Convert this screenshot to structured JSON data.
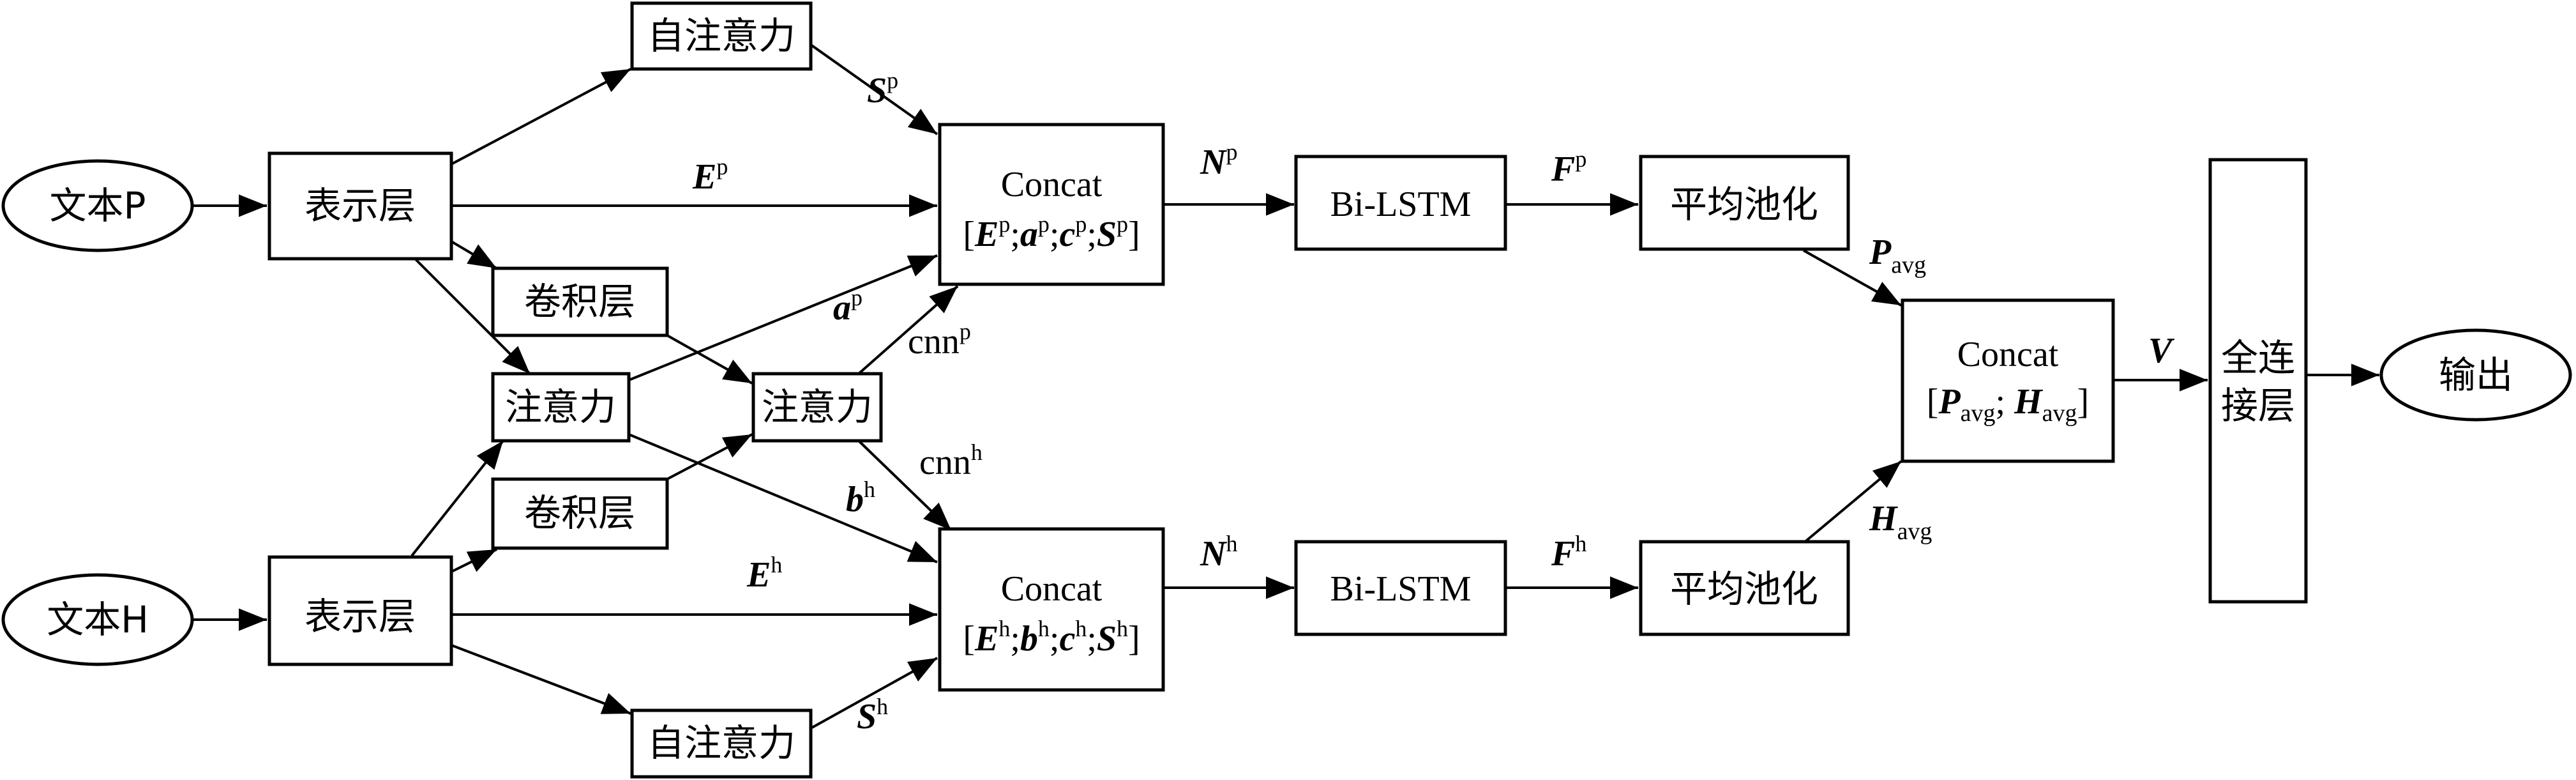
{
  "nodes": {
    "text_p": "文本P",
    "text_h": "文本H",
    "repr_p": "表示层",
    "repr_h": "表示层",
    "selfatt_p": "自注意力",
    "selfatt_h": "自注意力",
    "conv_p": "卷积层",
    "conv_h": "卷积层",
    "att_1": "注意力",
    "att_2": "注意力",
    "concat_p": "Concat",
    "concat_h": "Concat",
    "bilstm_p": "Bi-LSTM",
    "bilstm_h": "Bi-LSTM",
    "pool_p": "平均池化",
    "pool_h": "平均池化",
    "concat_v": "Concat",
    "fc_line1": "全连",
    "fc_line2": "接层",
    "output": "输出"
  },
  "concat_p_content": {
    "open": "[",
    "e": "E",
    "e_sup": "p",
    "sep1": ";",
    "a": "a",
    "a_sup": "p",
    "sep2": ";",
    "c": "c",
    "c_sup": "p",
    "sep3": ";",
    "s": "S",
    "s_sup": "p",
    "close": "]"
  },
  "concat_h_content": {
    "open": "[",
    "e": "E",
    "e_sup": "h",
    "sep1": ";",
    "b": "b",
    "b_sup": "h",
    "sep2": ";",
    "c": "c",
    "c_sup": "h",
    "sep3": ";",
    "s": "S",
    "s_sup": "h",
    "close": "]"
  },
  "concat_v_content": {
    "open": "[",
    "p": "P",
    "p_sub": "avg",
    "sep": "; ",
    "h": "H",
    "h_sub": "avg",
    "close": "]"
  },
  "edge_labels": {
    "s_p": "S",
    "s_p_sup": "p",
    "e_p": "E",
    "e_p_sup": "p",
    "a_p": "a",
    "a_p_sup": "p",
    "cnn_p": "cnn",
    "cnn_p_sup": "p",
    "cnn_h": "cnn",
    "cnn_h_sup": "h",
    "b_h": "b",
    "b_h_sup": "h",
    "e_h": "E",
    "e_h_sup": "h",
    "s_h": "S",
    "s_h_sup": "h",
    "n_p": "N",
    "n_p_sup": "p",
    "n_h": "N",
    "n_h_sup": "h",
    "f_p": "F",
    "f_p_sup": "p",
    "f_h": "F",
    "f_h_sup": "h",
    "p_avg": "P",
    "p_avg_sub": "avg",
    "h_avg": "H",
    "h_avg_sub": "avg",
    "v": "V"
  }
}
